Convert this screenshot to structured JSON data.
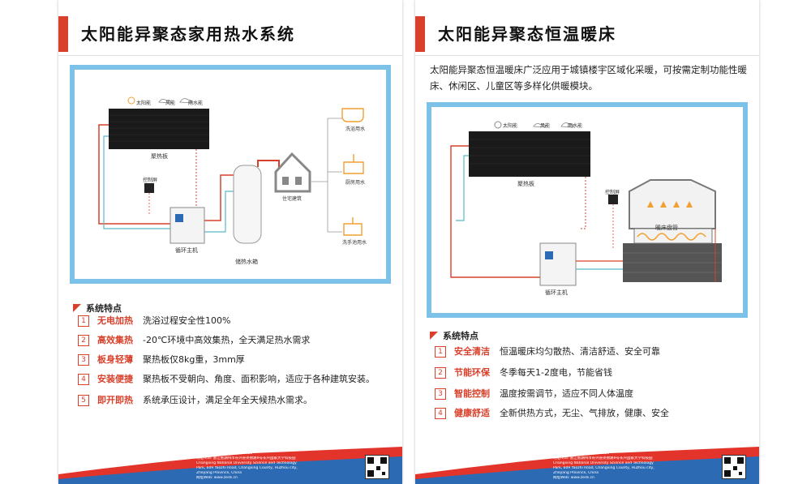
{
  "left": {
    "title": "太阳能异聚态家用热水系统",
    "diagram": {
      "weather": [
        "太阳能",
        "风能",
        "雨水能"
      ],
      "collector_label": "聚热板",
      "controller_label": "控制屏",
      "host_label": "循环主机",
      "tank_label": "储热水箱",
      "house_label": "住宅建筑",
      "outputs": [
        "洗浴用水",
        "厨房用水",
        "洗手池用水"
      ]
    },
    "features_title": "系统特点",
    "features": [
      {
        "num": "1",
        "key": "无电加热",
        "desc": "洗浴过程安全性100%"
      },
      {
        "num": "2",
        "key": "高效集热",
        "desc": "-20℃环境中高效集热，全天满足热水需求"
      },
      {
        "num": "3",
        "key": "板身轻薄",
        "desc": "聚热板仅8kg重，3mm厚"
      },
      {
        "num": "4",
        "key": "安装便捷",
        "desc": "聚热板不受朝向、角度、面积影响，适应于各种建筑安装。"
      },
      {
        "num": "5",
        "key": "即开即热",
        "desc": "系统承压设计，满足全年全天候热水需求。"
      }
    ],
    "footer": [
      "技术服务热线Tel: 0572-6523950",
      "地址Add: 浙江省湖州市长兴县英锦路9号长兴国家大学科技园",
      "Changxing National University Science and Technology",
      "Park, 609 Yaozhi Road, Changxing County, Huzhou city,",
      "Zhejiang Province, China",
      "网址Web: www.zeds.cn"
    ]
  },
  "right": {
    "title": "太阳能异聚态恒温暖床",
    "intro": "太阳能异聚态恒温暖床广泛应用于城镇楼宇区域化采暖，可按需定制功能性暖床、休闲区、儿童区等多样化供暖模块。",
    "diagram": {
      "weather": [
        "太阳能",
        "风能",
        "雨水能"
      ],
      "collector_label": "聚热板",
      "controller_label": "控制屏",
      "host_label": "循环主机",
      "bed_label": "暖床盘管"
    },
    "features_title": "系统特点",
    "features": [
      {
        "num": "1",
        "key": "安全清洁",
        "desc": "恒温暖床均匀散热、清洁舒适、安全可靠"
      },
      {
        "num": "2",
        "key": "节能环保",
        "desc": "冬季每天1-2度电，节能省钱"
      },
      {
        "num": "3",
        "key": "智能控制",
        "desc": "温度按需调节，适应不同人体温度"
      },
      {
        "num": "4",
        "key": "健康舒适",
        "desc": "全新供热方式，无尘、气排放，健康、安全"
      }
    ],
    "footer": [
      "技术服务热线Tel: 0572-6523950",
      "地址Add: 浙江省湖州市长兴县英锦路9号长兴国家大学科技园",
      "Changxing National University Science and Technology",
      "Park, 609 Yaozhi Road, Changxing County, Huzhou city,",
      "Zhejiang Province, China",
      "网址Web: www.zeds.cn"
    ]
  },
  "colors": {
    "accent": "#d9402b",
    "frame": "#7cc2e8",
    "footer_red": "#e2342a",
    "footer_blue": "#2c6bb3",
    "icon_orange": "#f0a030"
  }
}
